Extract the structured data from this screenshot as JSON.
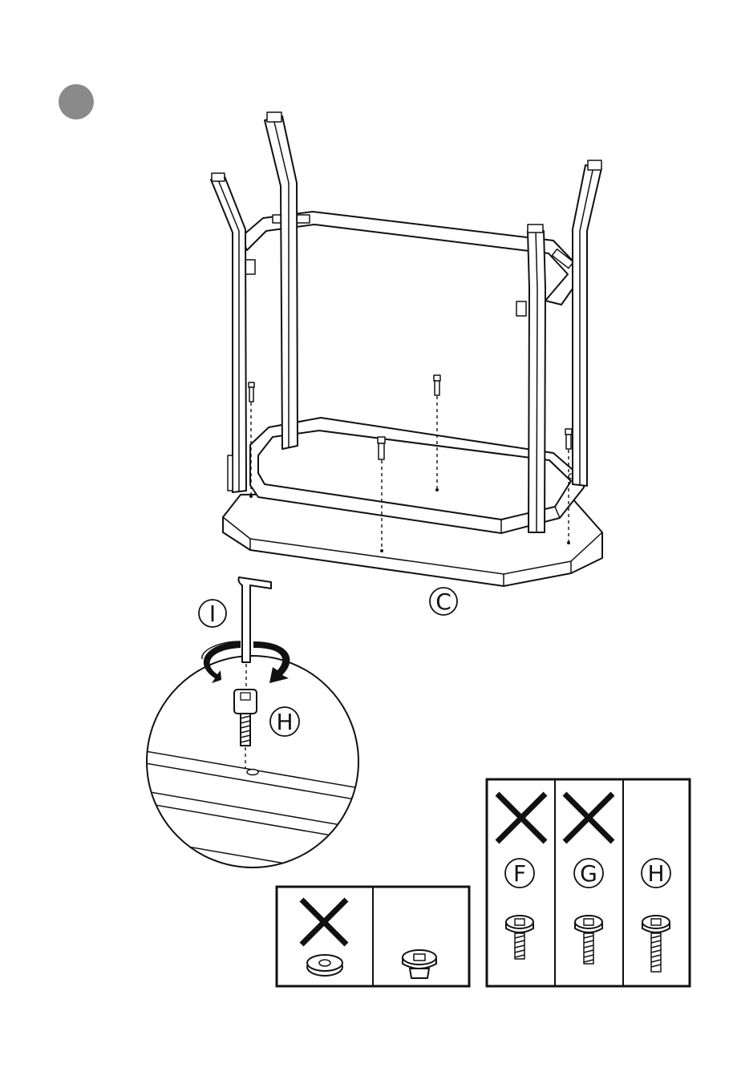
{
  "step": {
    "badge_color": "#8a8a8a"
  },
  "parts": {
    "tabletop_label": "C",
    "allen_key_label": "I",
    "bolt_label": "H"
  },
  "washer_panel": {
    "wrong_mark": "cross",
    "items": [
      "washer",
      "cap-nut"
    ]
  },
  "screw_panel": {
    "items": [
      {
        "label": "F",
        "wrong": true
      },
      {
        "label": "G",
        "wrong": true
      },
      {
        "label": "H",
        "wrong": false
      }
    ]
  },
  "colors": {
    "line": "#111111",
    "background": "#ffffff"
  }
}
